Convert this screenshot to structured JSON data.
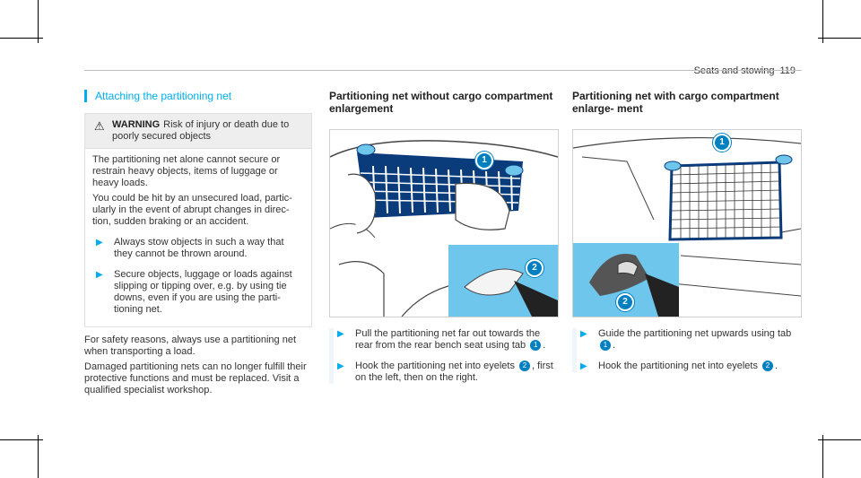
{
  "running_header": {
    "section": "Seats and stowing",
    "page": "119"
  },
  "col1": {
    "title": "Attaching the partitioning net",
    "warning": {
      "label": "WARNING",
      "headline": "Risk of injury or death due to poorly secured objects",
      "p1": "The partitioning net alone cannot secure or restrain heavy objects, items of luggage or heavy loads.",
      "p2": "You could be hit by an unsecured load, partic- ularly in the event of abrupt changes in direc- tion, sudden braking or an accident.",
      "step1": "Always stow objects in such a way that they cannot be thrown around.",
      "step2": "Secure objects, luggage or loads against slipping or tipping over, e.g. by using tie downs, even if you are using the parti- tioning net."
    },
    "note1": "For safety reasons, always use a partitioning net when transporting a load.",
    "note2": "Damaged partitioning nets can no longer fulfill their protective functions and must be replaced. Visit a qualified specialist workshop."
  },
  "col2": {
    "subtitle": "Partitioning net without cargo compartment enlargement",
    "badge1": "1",
    "badge2": "2",
    "step1_a": "Pull the partitioning net far out towards the rear from the rear bench seat using tab",
    "step1_b": ".",
    "step2_a": "Hook the partitioning net into eyelets",
    "step2_b": ", first on the left, then on the right."
  },
  "col3": {
    "subtitle": "Partitioning net with cargo compartment enlarge- ment",
    "badge1": "1",
    "badge2": "2",
    "step1_a": "Guide the partitioning net upwards using tab",
    "step1_b": ".",
    "step2_a": "Hook the partitioning net into eyelets",
    "step2_b": "."
  },
  "colors": {
    "accent": "#00adef",
    "badge": "#0080c0",
    "callout_bg": "#6ec6ec"
  }
}
